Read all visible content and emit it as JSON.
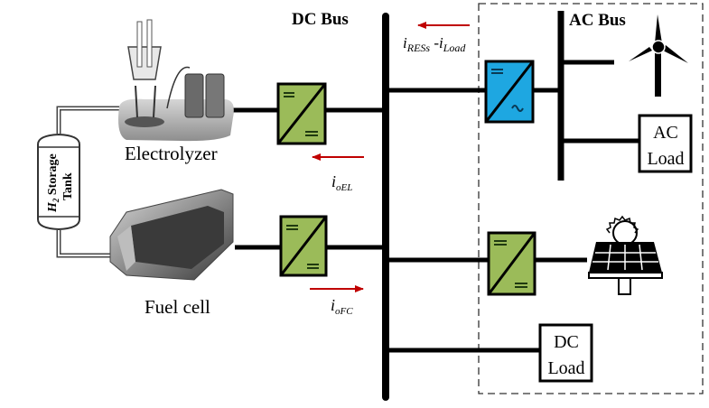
{
  "labels": {
    "dc_bus": "DC Bus",
    "ac_bus": "AC Bus",
    "electrolyzer": "Electrolyzer",
    "fuel_cell": "Fuel cell",
    "tank_line1": "H",
    "tank_sub": "2",
    "tank_line1_rest": " Storage",
    "tank_line2": "Tank",
    "ac_load_1": "AC",
    "ac_load_2": "Load",
    "dc_load_1": "DC",
    "dc_load_2": "Load"
  },
  "currents": {
    "res_load": {
      "i1": "i",
      "s1": "RESs",
      "sep": " -",
      "i2": "i",
      "s2": "Load",
      "direction": "left"
    },
    "el": {
      "i": "i",
      "sub": "oEL",
      "direction": "left"
    },
    "fc": {
      "i": "i",
      "sub": "oFC",
      "direction": "right"
    }
  },
  "converters": {
    "dc_dc_symbol_in": "=",
    "dc_dc_symbol_out": "=",
    "dc_ac_symbol_in": "=",
    "dc_ac_symbol_out": "~"
  },
  "colors": {
    "dcdc_fill": "#9bbb59",
    "dcac_fill": "#1ea7e1",
    "arrow": "#c00000",
    "bus": "#000000"
  }
}
